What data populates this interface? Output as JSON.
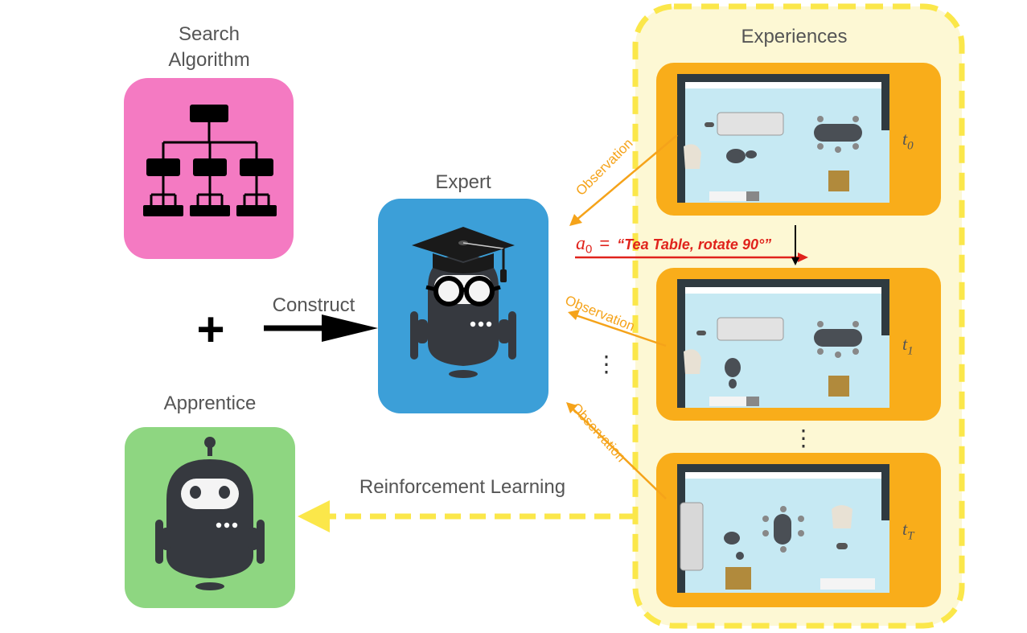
{
  "search_algorithm": {
    "line1": "Search",
    "line2": "Algorithm",
    "icon": "hierarchy-tree-icon",
    "color": "#f47ac2"
  },
  "plus_symbol": "+",
  "construct_label": "Construct",
  "expert": {
    "label": "Expert",
    "icon": "graduate-robot-icon",
    "color": "#3c9fd8"
  },
  "apprentice": {
    "label": "Apprentice",
    "icon": "robot-icon",
    "color": "#8ed681"
  },
  "reinforcement_label": "Reinforcement Learning",
  "experiences": {
    "title": "Experiences",
    "frames": [
      {
        "tag": "t",
        "sub": "0"
      },
      {
        "tag": "t",
        "sub": "1"
      },
      {
        "tag": "t",
        "sub": "T"
      }
    ],
    "frame_color": "#f9ad1a",
    "panel_color": "#fdf8d4"
  },
  "observation_label": "Observation",
  "action": {
    "symbol": "a",
    "sub": "0",
    "equals": "=",
    "text": "“Tea Table, rotate 90°”",
    "color": "#e0231c"
  },
  "ellipsis": "⋮",
  "colors": {
    "observation_arrow": "#f5a31a",
    "rl_arrow": "#fbe74a",
    "dark": "#36393f"
  }
}
